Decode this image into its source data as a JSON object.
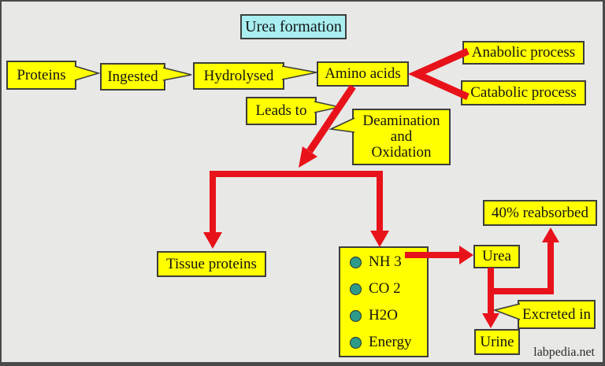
{
  "title": "Urea formation",
  "credit": "labpedia.net",
  "colors": {
    "background": "#e8e8e6",
    "box_fill": "#ffff00",
    "box_border": "#3d3d3c",
    "title_fill": "#a9eef1",
    "arrow_red": "#e8121a",
    "bullet_teal": "#2e9b8a",
    "text": "#141414"
  },
  "nodes": {
    "proteins": "Proteins",
    "ingested": "Ingested",
    "hydrolysed": "Hydrolysed",
    "amino_acids": "Amino acids",
    "anabolic": "Anabolic process",
    "catabolic": "Catabolic process",
    "leads_to": "Leads to",
    "deamination_lines": [
      "Deamination",
      "and",
      "Oxidation"
    ],
    "tissue_proteins": "Tissue proteins",
    "products": [
      "NH 3",
      "CO 2",
      "H2O",
      "Energy"
    ],
    "urea": "Urea",
    "reabsorbed": "40% reabsorbed",
    "excreted_in": "Excreted in",
    "urine": "Urine"
  }
}
